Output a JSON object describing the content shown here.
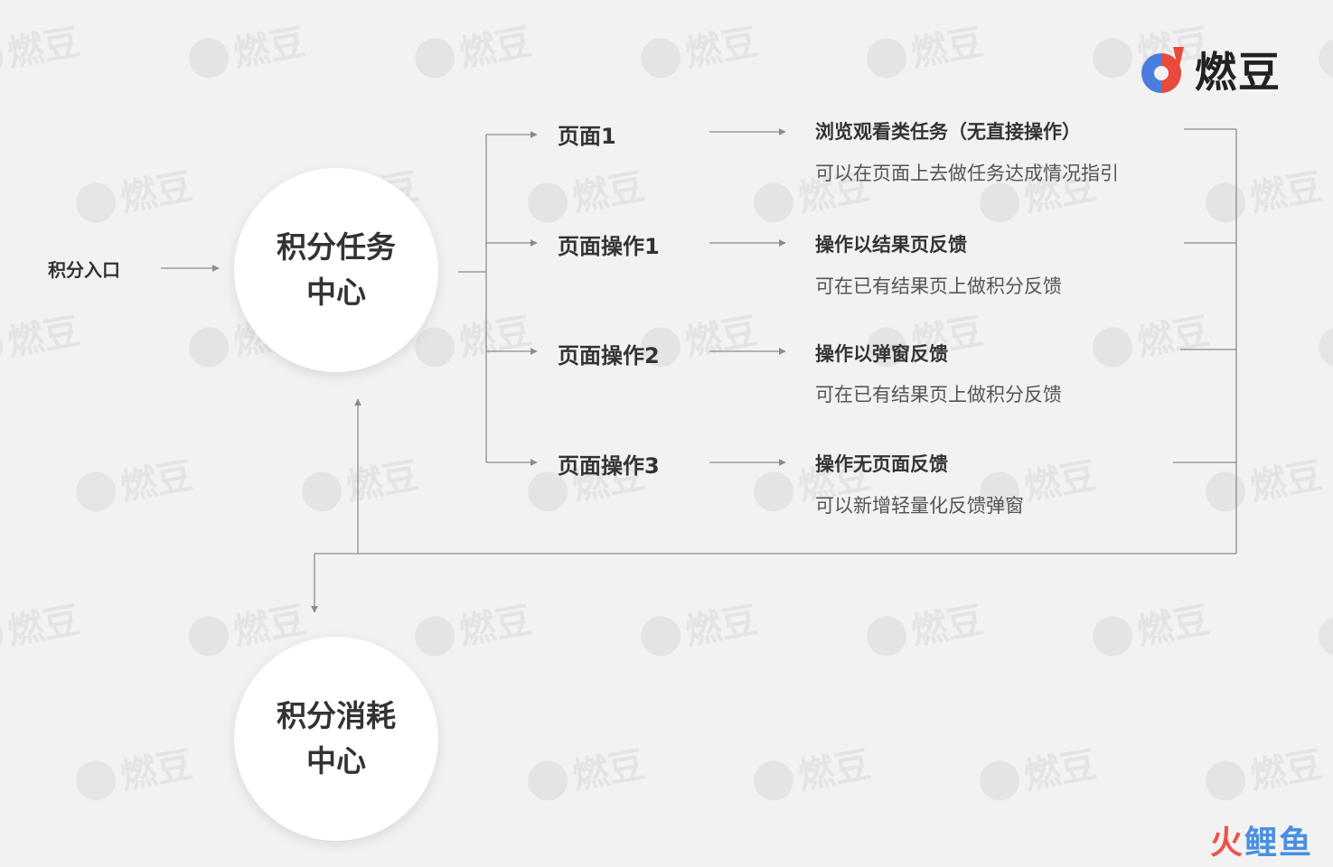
{
  "brand": {
    "name": "燃豆"
  },
  "watermark": {
    "text": "燃豆"
  },
  "entry": {
    "label": "积分入口"
  },
  "task_center": {
    "line1": "积分任务",
    "line2": "中心"
  },
  "consume_center": {
    "line1": "积分消耗",
    "line2": "中心"
  },
  "branches": [
    {
      "page": "页面1",
      "title": "浏览观看类任务（无直接操作）",
      "desc": "可以在页面上去做任务达成情况指引"
    },
    {
      "page": "页面操作1",
      "title": "操作以结果页反馈",
      "desc": "可在已有结果页上做积分反馈"
    },
    {
      "page": "页面操作2",
      "title": "操作以弹窗反馈",
      "desc": "可在已有结果页上做积分反馈"
    },
    {
      "page": "页面操作3",
      "title": "操作无页面反馈",
      "desc": "可以新增轻量化反馈弹窗"
    }
  ],
  "corner_mark": {
    "part1": "火",
    "part2": "鲤鱼"
  },
  "colors": {
    "background": "#f2f2f2",
    "line": "#8c8c8c",
    "logo_red": "#e84a3c",
    "logo_blue": "#4a7de0"
  }
}
